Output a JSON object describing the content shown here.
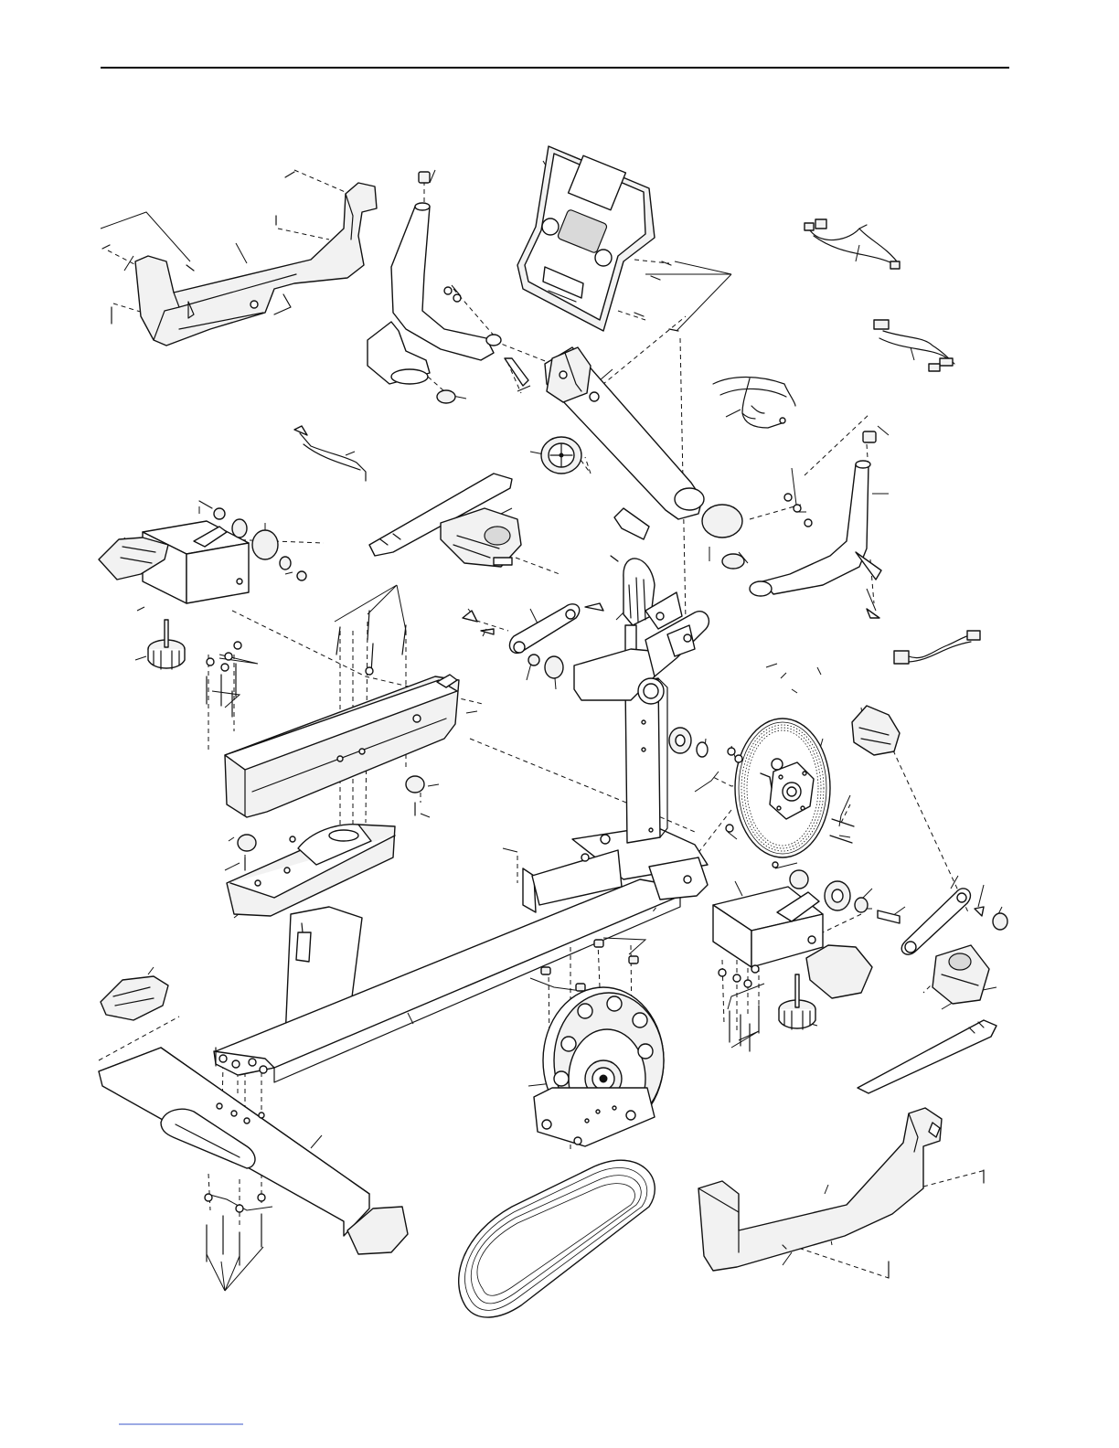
{
  "page": {
    "description_colors": {
      "line": "#111111",
      "background": "#ffffff",
      "footer_rule": "#3a56c8"
    }
  },
  "parts": [
    "left-upper-shroud",
    "right-lower-shroud",
    "console",
    "left-handlebar",
    "right-handlebar",
    "upright-tube",
    "handlebar-post-bracket",
    "idler-pulley",
    "seat-post-cover",
    "front-frame-shroud",
    "main-frame-rail",
    "front-stabilizer",
    "rear-stabilizer",
    "pulley",
    "eddy-brake",
    "drive-belt",
    "left-crank-arm",
    "right-crank-arm",
    "left-pedal",
    "right-pedal",
    "left-pedal-strap",
    "right-pedal-strap",
    "seat-adjust-knob",
    "wire-harness-1",
    "wire-harness-2",
    "wire-harness-3",
    "wire-harness-4",
    "sensor-wire",
    "leveler-left",
    "leveler-right",
    "front-endcap",
    "rear-endcap",
    "leg-bracket-left",
    "leg-bracket-right"
  ]
}
